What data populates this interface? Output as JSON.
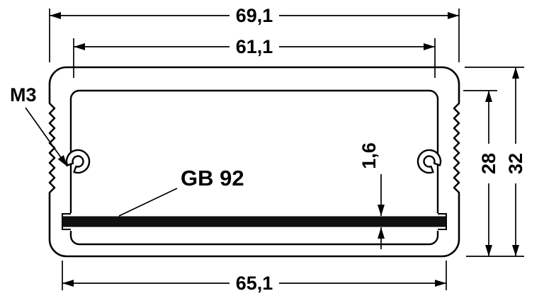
{
  "meta": {
    "background_color": "#ffffff",
    "line_color": "#000000",
    "plate_fill_color": "#111111"
  },
  "labels": {
    "thread": "M3",
    "part_number": "GB 92"
  },
  "dimensions": {
    "overall_width": "69,1",
    "lid_width": "61,1",
    "plate_width": "65,1",
    "plate_thickness": "1,6",
    "inner_height": "28",
    "overall_height": "32"
  }
}
